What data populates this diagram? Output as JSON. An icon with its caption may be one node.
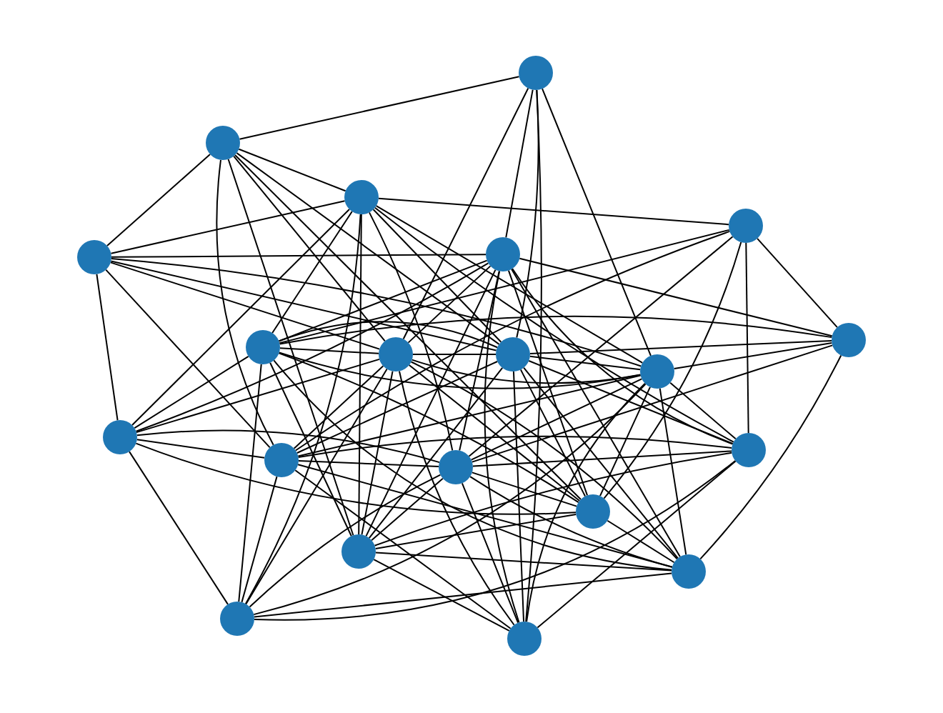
{
  "diagram": {
    "nodes": [
      {
        "text": [],
        "shape": "circle"
      },
      {
        "text": [],
        "shape": "circle"
      },
      {
        "text": [],
        "shape": "circle"
      },
      {
        "text": [],
        "shape": "circle"
      },
      {
        "text": [],
        "shape": "circle"
      },
      {
        "text": [],
        "shape": "circle"
      },
      {
        "text": [],
        "shape": "circle"
      },
      {
        "text": [],
        "shape": "circle"
      },
      {
        "text": [],
        "shape": "circle"
      },
      {
        "text": [],
        "shape": "circle"
      },
      {
        "text": [],
        "shape": "circle"
      },
      {
        "text": [],
        "shape": "circle"
      },
      {
        "text": [],
        "shape": "circle"
      },
      {
        "text": [],
        "shape": "circle"
      },
      {
        "text": [],
        "shape": "circle"
      },
      {
        "text": [],
        "shape": "circle"
      },
      {
        "text": [],
        "shape": "circle"
      },
      {
        "text": [],
        "shape": "circle"
      },
      {
        "text": [],
        "shape": "circle"
      },
      {
        "text": [],
        "shape": "circle"
      }
    ],
    "edges": [
      {
        "from": 0,
        "to": 1,
        "arrow": "none"
      },
      {
        "from": 0,
        "to": 4,
        "arrow": "none"
      },
      {
        "from": 0,
        "to": 7,
        "arrow": "none"
      },
      {
        "from": 0,
        "to": 8,
        "arrow": "none"
      },
      {
        "from": 0,
        "to": 10,
        "arrow": "none"
      },
      {
        "from": 0,
        "to": 19,
        "arrow": "none"
      },
      {
        "from": 1,
        "to": 2,
        "arrow": "none"
      },
      {
        "from": 1,
        "to": 3,
        "arrow": "none"
      },
      {
        "from": 1,
        "to": 7,
        "arrow": "none"
      },
      {
        "from": 1,
        "to": 8,
        "arrow": "none"
      },
      {
        "from": 1,
        "to": 12,
        "arrow": "none"
      },
      {
        "from": 1,
        "to": 16,
        "arrow": "none"
      },
      {
        "from": 1,
        "to": 15,
        "arrow": "none"
      },
      {
        "from": 2,
        "to": 3,
        "arrow": "none"
      },
      {
        "from": 2,
        "to": 5,
        "arrow": "none"
      },
      {
        "from": 2,
        "to": 11,
        "arrow": "none"
      },
      {
        "from": 2,
        "to": 6,
        "arrow": "none"
      },
      {
        "from": 2,
        "to": 8,
        "arrow": "none"
      },
      {
        "from": 2,
        "to": 10,
        "arrow": "none"
      },
      {
        "from": 2,
        "to": 13,
        "arrow": "none"
      },
      {
        "from": 2,
        "to": 16,
        "arrow": "none"
      },
      {
        "from": 2,
        "to": 18,
        "arrow": "none"
      },
      {
        "from": 2,
        "to": 14,
        "arrow": "none"
      },
      {
        "from": 3,
        "to": 4,
        "arrow": "none"
      },
      {
        "from": 3,
        "to": 11,
        "arrow": "none"
      },
      {
        "from": 3,
        "to": 7,
        "arrow": "none"
      },
      {
        "from": 3,
        "to": 8,
        "arrow": "none"
      },
      {
        "from": 3,
        "to": 10,
        "arrow": "none"
      },
      {
        "from": 3,
        "to": 12,
        "arrow": "none"
      },
      {
        "from": 4,
        "to": 6,
        "arrow": "none"
      },
      {
        "from": 4,
        "to": 7,
        "arrow": "none"
      },
      {
        "from": 4,
        "to": 9,
        "arrow": "none"
      },
      {
        "from": 4,
        "to": 11,
        "arrow": "none"
      },
      {
        "from": 4,
        "to": 13,
        "arrow": "none"
      },
      {
        "from": 4,
        "to": 14,
        "arrow": "none"
      },
      {
        "from": 4,
        "to": 15,
        "arrow": "none"
      },
      {
        "from": 4,
        "to": 16,
        "arrow": "none"
      },
      {
        "from": 4,
        "to": 19,
        "arrow": "none"
      },
      {
        "from": 4,
        "to": 17,
        "arrow": "none"
      },
      {
        "from": 5,
        "to": 6,
        "arrow": "none"
      },
      {
        "from": 5,
        "to": 9,
        "arrow": "none"
      },
      {
        "from": 5,
        "to": 14,
        "arrow": "none"
      },
      {
        "from": 5,
        "to": 13,
        "arrow": "none"
      },
      {
        "from": 5,
        "to": 15,
        "arrow": "none"
      },
      {
        "from": 5,
        "to": 12,
        "arrow": "none"
      },
      {
        "from": 6,
        "to": 7,
        "arrow": "none"
      },
      {
        "from": 6,
        "to": 8,
        "arrow": "none"
      },
      {
        "from": 6,
        "to": 9,
        "arrow": "none"
      },
      {
        "from": 6,
        "to": 10,
        "arrow": "none"
      },
      {
        "from": 6,
        "to": 11,
        "arrow": "none"
      },
      {
        "from": 6,
        "to": 16,
        "arrow": "none"
      },
      {
        "from": 6,
        "to": 17,
        "arrow": "none"
      },
      {
        "from": 6,
        "to": 18,
        "arrow": "none"
      },
      {
        "from": 6,
        "to": 15,
        "arrow": "none"
      },
      {
        "from": 7,
        "to": 8,
        "arrow": "none"
      },
      {
        "from": 7,
        "to": 10,
        "arrow": "none"
      },
      {
        "from": 7,
        "to": 11,
        "arrow": "none"
      },
      {
        "from": 7,
        "to": 12,
        "arrow": "none"
      },
      {
        "from": 7,
        "to": 15,
        "arrow": "none"
      },
      {
        "from": 7,
        "to": 16,
        "arrow": "none"
      },
      {
        "from": 7,
        "to": 17,
        "arrow": "none"
      },
      {
        "from": 7,
        "to": 18,
        "arrow": "none"
      },
      {
        "from": 7,
        "to": 19,
        "arrow": "none"
      },
      {
        "from": 8,
        "to": 9,
        "arrow": "none"
      },
      {
        "from": 8,
        "to": 10,
        "arrow": "none"
      },
      {
        "from": 8,
        "to": 12,
        "arrow": "none"
      },
      {
        "from": 8,
        "to": 14,
        "arrow": "none"
      },
      {
        "from": 8,
        "to": 15,
        "arrow": "none"
      },
      {
        "from": 8,
        "to": 16,
        "arrow": "none"
      },
      {
        "from": 8,
        "to": 17,
        "arrow": "none"
      },
      {
        "from": 8,
        "to": 19,
        "arrow": "none"
      },
      {
        "from": 9,
        "to": 10,
        "arrow": "none"
      },
      {
        "from": 9,
        "to": 13,
        "arrow": "none"
      },
      {
        "from": 9,
        "to": 17,
        "arrow": "none"
      },
      {
        "from": 10,
        "to": 12,
        "arrow": "none"
      },
      {
        "from": 10,
        "to": 13,
        "arrow": "none"
      },
      {
        "from": 10,
        "to": 14,
        "arrow": "none"
      },
      {
        "from": 10,
        "to": 15,
        "arrow": "none"
      },
      {
        "from": 10,
        "to": 17,
        "arrow": "none"
      },
      {
        "from": 10,
        "to": 18,
        "arrow": "none"
      },
      {
        "from": 10,
        "to": 19,
        "arrow": "none"
      },
      {
        "from": 11,
        "to": 12,
        "arrow": "none"
      },
      {
        "from": 11,
        "to": 13,
        "arrow": "none"
      },
      {
        "from": 11,
        "to": 15,
        "arrow": "none"
      },
      {
        "from": 11,
        "to": 18,
        "arrow": "none"
      },
      {
        "from": 12,
        "to": 13,
        "arrow": "none"
      },
      {
        "from": 12,
        "to": 14,
        "arrow": "none"
      },
      {
        "from": 12,
        "to": 17,
        "arrow": "none"
      },
      {
        "from": 12,
        "to": 18,
        "arrow": "none"
      },
      {
        "from": 12,
        "to": 19,
        "arrow": "none"
      },
      {
        "from": 13,
        "to": 14,
        "arrow": "none"
      },
      {
        "from": 13,
        "to": 15,
        "arrow": "none"
      },
      {
        "from": 13,
        "to": 16,
        "arrow": "none"
      },
      {
        "from": 13,
        "to": 17,
        "arrow": "none"
      },
      {
        "from": 13,
        "to": 18,
        "arrow": "none"
      },
      {
        "from": 13,
        "to": 19,
        "arrow": "none"
      },
      {
        "from": 14,
        "to": 16,
        "arrow": "none"
      },
      {
        "from": 14,
        "to": 19,
        "arrow": "none"
      },
      {
        "from": 15,
        "to": 16,
        "arrow": "none"
      },
      {
        "from": 15,
        "to": 17,
        "arrow": "none"
      },
      {
        "from": 16,
        "to": 17,
        "arrow": "none"
      },
      {
        "from": 16,
        "to": 19,
        "arrow": "none"
      },
      {
        "from": 17,
        "to": 18,
        "arrow": "none"
      },
      {
        "from": 18,
        "to": 14,
        "arrow": "none"
      }
    ]
  }
}
